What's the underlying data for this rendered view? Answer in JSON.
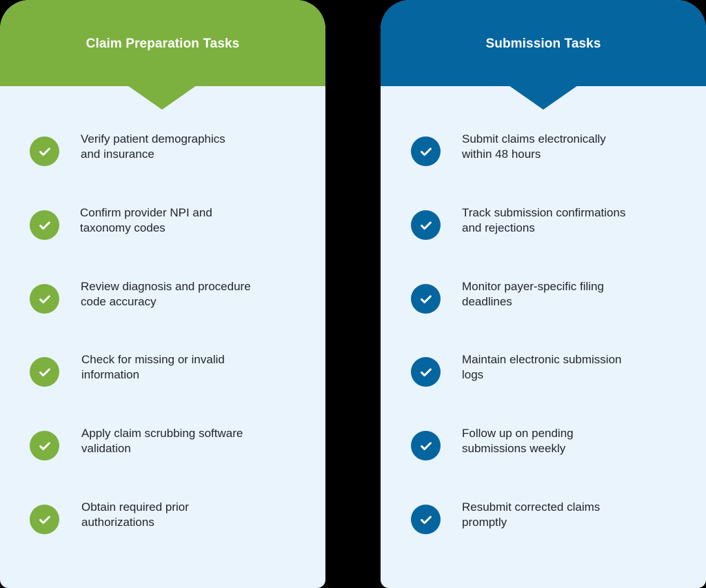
{
  "colors": {
    "background": "#000000",
    "card_body": "#eaf4fd",
    "left_accent": "#7cb03f",
    "right_accent": "#05659f",
    "text": "#1f2430"
  },
  "columns": [
    {
      "title": "Claim Preparation Tasks",
      "accent": "#7cb03f",
      "icon": "check-circle-icon",
      "items": [
        {
          "text": "Verify patient demographics and insurance",
          "line1": "Verify patient demographics",
          "line2": "and insurance"
        },
        {
          "text": "Confirm provider NPI and taxonomy codes",
          "line1": "Confirm provider NPI and",
          "line2": "taxonomy codes"
        },
        {
          "text": "Review diagnosis and procedure code accuracy",
          "line1": "Review diagnosis and procedure",
          "line2": "code accuracy"
        },
        {
          "text": "Check for missing or invalid information",
          "line1": "Check for missing or invalid",
          "line2": "information"
        },
        {
          "text": "Apply claim scrubbing software validation",
          "line1": "Apply claim scrubbing software",
          "line2": "validation"
        },
        {
          "text": "Obtain required prior authorizations",
          "line1": "Obtain required prior",
          "line2": "authorizations"
        }
      ]
    },
    {
      "title": "Submission Tasks",
      "accent": "#05659f",
      "icon": "check-circle-icon",
      "items": [
        {
          "text": "Submit claims electronically within 48 hours",
          "line1": "Submit claims electronically",
          "line2": "within 48 hours"
        },
        {
          "text": "Track submission confirmations and rejections",
          "line1": "Track submission confirmations",
          "line2": "and rejections"
        },
        {
          "text": "Monitor payer-specific filing deadlines",
          "line1": "Monitor payer-specific filing",
          "line2": "deadlines"
        },
        {
          "text": "Maintain electronic submission logs",
          "line1": "Maintain electronic submission",
          "line2": "logs"
        },
        {
          "text": "Follow up on pending submissions weekly",
          "line1": "Follow up on pending",
          "line2": "submissions weekly"
        },
        {
          "text": "Resubmit corrected claims promptly",
          "line1": "Resubmit corrected claims",
          "line2": "promptly"
        }
      ]
    }
  ]
}
